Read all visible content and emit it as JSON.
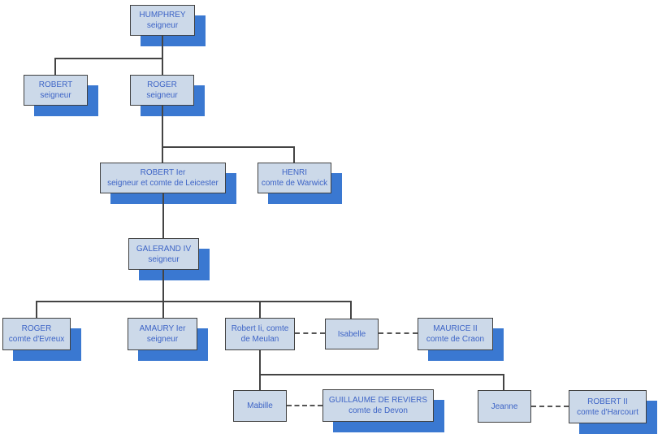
{
  "colors": {
    "background": "#ffffff",
    "node_fill": "#ccd9e9",
    "node_border": "#404040",
    "node_text": "#3d64c6",
    "shadow": "#3a78d1",
    "solid_line": "#444444",
    "dashed_line": "#555555"
  },
  "nodes": {
    "humphrey": {
      "name": "HUMPHREY",
      "title": "seigneur"
    },
    "robert": {
      "name": "ROBERT",
      "title": "seigneur"
    },
    "roger": {
      "name": "ROGER",
      "title": "seigneur"
    },
    "robert_1er": {
      "name": "ROBERT Ier",
      "title": "seigneur et comte de Leicester"
    },
    "henri": {
      "name": "HENRI",
      "title": "comte de Warwick"
    },
    "galerand": {
      "name": "GALERAND IV",
      "title": "seigneur"
    },
    "roger_evreux": {
      "name": "ROGER",
      "title": "comte d'Evreux"
    },
    "amaury": {
      "name": "AMAURY Ier",
      "title": "seigneur"
    },
    "robert_meulan": {
      "name": "Robert Ii, comte",
      "title": "de Meulan"
    },
    "isabelle": {
      "name": "Isabelle"
    },
    "maurice": {
      "name": "MAURICE II",
      "title": "comte de Craon"
    },
    "mabille": {
      "name": "Mabille"
    },
    "guillaume": {
      "name": "GUILLAUME DE REVIERS",
      "title": "comte de Devon"
    },
    "jeanne": {
      "name": "Jeanne"
    },
    "robert_harcourt": {
      "name": "ROBERT II",
      "title": "comte d'Harcourt"
    }
  },
  "edges": {
    "solid_descent": [
      "HUMPHREY -> ROBERT",
      "HUMPHREY -> ROGER",
      "ROGER -> ROBERT Ier",
      "ROGER -> HENRI",
      "ROBERT Ier -> GALERAND IV",
      "GALERAND IV -> ROGER (comte d'Evreux)",
      "GALERAND IV -> AMAURY Ier",
      "GALERAND IV -> Robert Ii (comte de Meulan)",
      "GALERAND IV -> Isabelle",
      "Robert Ii -> Mabille",
      "Robert Ii -> Jeanne"
    ],
    "dashed_union": [
      "Robert Ii -- Isabelle",
      "Isabelle -- MAURICE II",
      "Mabille -- GUILLAUME DE REVIERS",
      "Jeanne -- ROBERT II (comte d'Harcourt)"
    ]
  }
}
